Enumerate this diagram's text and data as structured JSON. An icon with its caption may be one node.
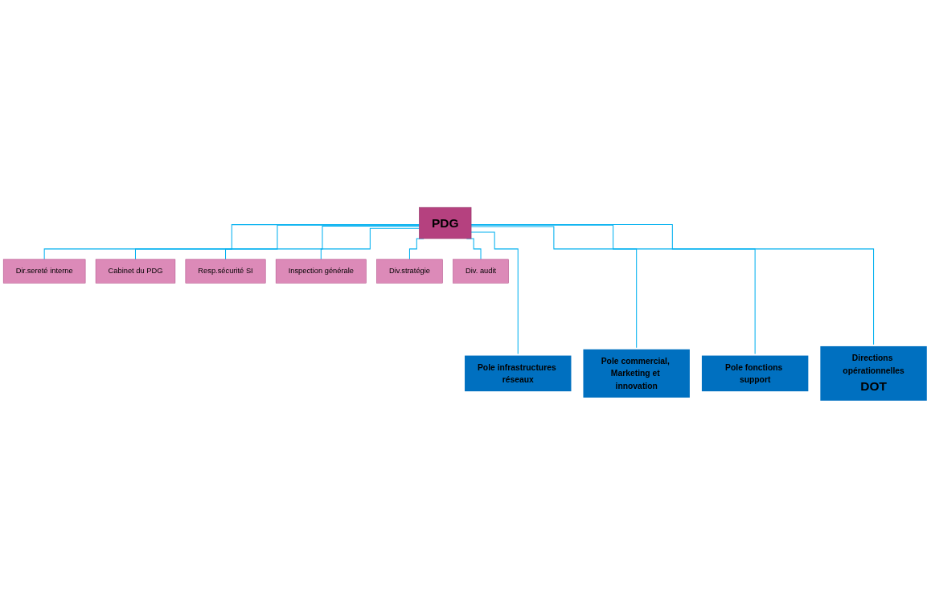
{
  "diagram": {
    "nodes": [
      {
        "text": [
          "PDG"
        ]
      },
      {
        "text": [
          "Dir.sereté interne"
        ]
      },
      {
        "text": [
          "Cabinet du PDG"
        ]
      },
      {
        "text": [
          "Resp.sécurité SI"
        ]
      },
      {
        "text": [
          "Inspection générale"
        ]
      },
      {
        "text": [
          "Div.stratégie"
        ]
      },
      {
        "text": [
          "Div. audit"
        ]
      },
      {
        "text": [
          "Pole infrastructures réseaux"
        ]
      },
      {
        "text": [
          "Pole commercial, Marketing et innovation"
        ]
      },
      {
        "text": [
          "Pole fonctions support"
        ]
      },
      {
        "text": [
          "Directions opérationnelles",
          "DOT"
        ]
      }
    ],
    "edges": [
      {
        "from": 0,
        "to": 1,
        "arrow": "none"
      },
      {
        "from": 0,
        "to": 2,
        "arrow": "none"
      },
      {
        "from": 0,
        "to": 3,
        "arrow": "none"
      },
      {
        "from": 0,
        "to": 4,
        "arrow": "none"
      },
      {
        "from": 0,
        "to": 5,
        "arrow": "none"
      },
      {
        "from": 0,
        "to": 6,
        "arrow": "none"
      },
      {
        "from": 0,
        "to": 7,
        "arrow": "none"
      },
      {
        "from": 0,
        "to": 8,
        "arrow": "none"
      },
      {
        "from": 0,
        "to": 9,
        "arrow": "none"
      },
      {
        "from": 0,
        "to": 10,
        "arrow": "none"
      }
    ]
  }
}
